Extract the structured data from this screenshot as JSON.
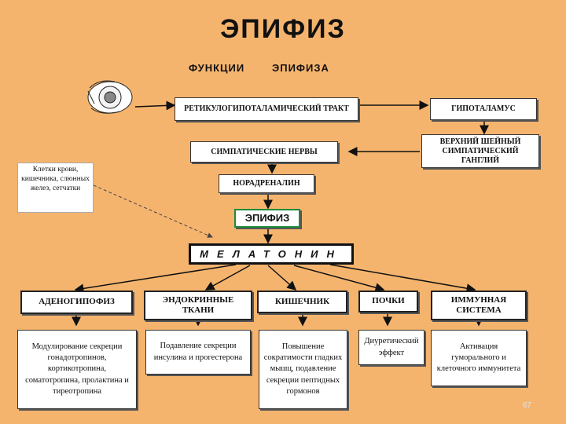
{
  "title": "ЭПИФИЗ",
  "subtitle": {
    "left": "ФУНКЦИИ",
    "right": "ЭПИФИЗА"
  },
  "icons": {
    "eye": "eye-icon"
  },
  "colors": {
    "background": "#F5B46E",
    "epiphysis_border": "#1f8a3a"
  },
  "nodes": {
    "retino_tract": "РЕТИКУЛОГИПОТАЛАМИЧЕСКИЙ ТРАКТ",
    "hypothalamus": "ГИПОТАЛАМУС",
    "ganglion": "ВЕРХНИЙ ШЕЙНЫЙ СИМПАТИЧЕСКИЙ ГАНГЛИЙ",
    "sympathetic": "СИМПАТИЧЕСКИЕ НЕРВЫ",
    "noradrenaline": "НОРАДРЕНАЛИН",
    "epiphysis": "ЭПИФИЗ",
    "melatonin": "МЕЛАТОНИН",
    "side_note": "Клетки крови, кишечника, слюнных желез, сетчатки"
  },
  "categories": [
    {
      "label": "АДЕНОГИПОФИЗ",
      "effect": "Модулирование секреции гонадотропинов, кортикотропина, соматотропина, пролактина и тиреотропина"
    },
    {
      "label": "ЭНДОКРИННЫЕ ТКАНИ",
      "effect": "Подавление секреции инсулина и прогестерона"
    },
    {
      "label": "КИШЕЧНИК",
      "effect": "Повышение сократимости гладких мышц, подавление секреции пептидных гормонов"
    },
    {
      "label": "ПОЧКИ",
      "effect": "Диуретический эффект"
    },
    {
      "label": "ИММУННАЯ СИСТЕМА",
      "effect": "Активация гуморального и клеточного иммунитета"
    }
  ],
  "page_number": "67"
}
